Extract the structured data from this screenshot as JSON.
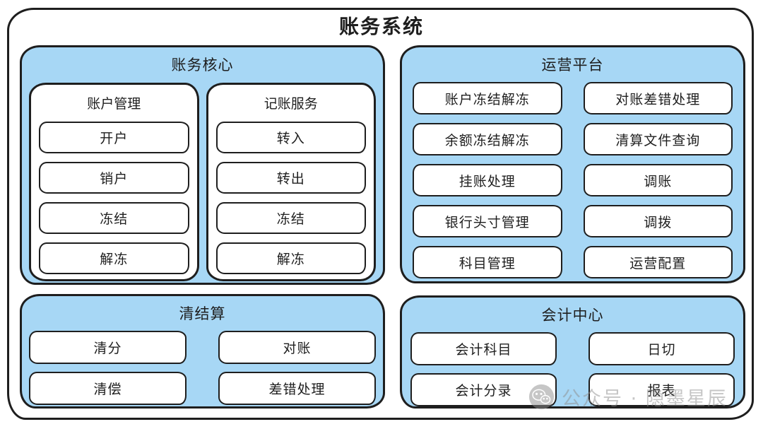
{
  "title": "账务系统",
  "colors": {
    "section_bg": "#a7d7f5",
    "border": "#1e1e1e",
    "box_bg": "#ffffff",
    "watermark": "#8f8f8f"
  },
  "sections": {
    "core": {
      "title": "账务核心",
      "subsections": [
        {
          "title": "账户管理",
          "items": [
            "开户",
            "销户",
            "冻结",
            "解冻"
          ]
        },
        {
          "title": "记账服务",
          "items": [
            "转入",
            "转出",
            "冻结",
            "解冻"
          ]
        }
      ]
    },
    "ops": {
      "title": "运营平台",
      "columns": [
        [
          "账户冻结解冻",
          "余额冻结解冻",
          "挂账处理",
          "银行头寸管理",
          "科目管理"
        ],
        [
          "对账差错处理",
          "清算文件查询",
          "调账",
          "调拨",
          "运营配置"
        ]
      ]
    },
    "clearing": {
      "title": "清结算",
      "items": [
        "清分",
        "对账",
        "清偿",
        "差错处理"
      ]
    },
    "accounting": {
      "title": "会计中心",
      "items": [
        "会计科目",
        "日切",
        "会计分录",
        "报表"
      ]
    }
  },
  "watermark": {
    "text": "公众号 · 隐墨星辰"
  }
}
